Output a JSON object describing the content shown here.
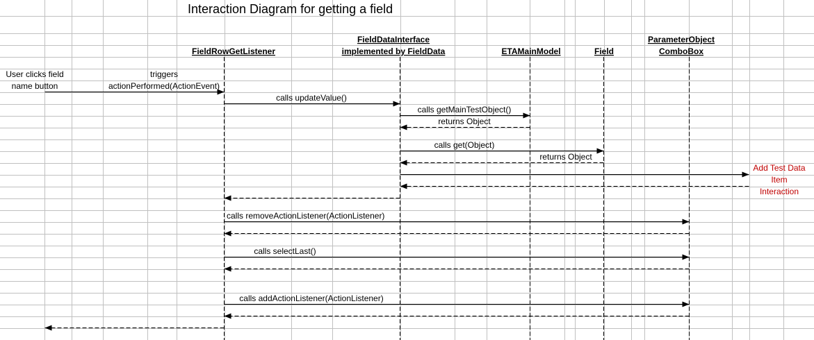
{
  "title": "Interaction Diagram for getting a field",
  "participants": [
    {
      "id": "listener",
      "lines": [
        "FieldRowGetListener"
      ]
    },
    {
      "id": "fielddata",
      "lines": [
        "FieldDataInterface",
        "implemented by FieldData"
      ]
    },
    {
      "id": "model",
      "lines": [
        "ETAMainModel"
      ]
    },
    {
      "id": "field",
      "lines": [
        "Field"
      ]
    },
    {
      "id": "combo",
      "lines": [
        "ParameterObject",
        "ComboBox"
      ]
    }
  ],
  "user_note": [
    "User clicks field",
    "name button"
  ],
  "trigger_note": [
    "triggers",
    "actionPerformed(ActionEvent)"
  ],
  "external_note": [
    "Add Test Data",
    "Item",
    "Interaction"
  ],
  "messages": [
    {
      "from": "user",
      "to": "listener",
      "type": "call",
      "label": ""
    },
    {
      "from": "listener",
      "to": "fielddata",
      "type": "call",
      "label": "calls updateValue()"
    },
    {
      "from": "fielddata",
      "to": "model",
      "type": "call",
      "label": "calls getMainTestObject()"
    },
    {
      "from": "model",
      "to": "fielddata",
      "type": "return",
      "label": "returns Object"
    },
    {
      "from": "fielddata",
      "to": "field",
      "type": "call",
      "label": "calls get(Object)"
    },
    {
      "from": "field",
      "to": "fielddata",
      "type": "return",
      "label": "returns Object"
    },
    {
      "from": "fielddata",
      "to": "external",
      "type": "call",
      "label": ""
    },
    {
      "from": "external",
      "to": "fielddata",
      "type": "return",
      "label": ""
    },
    {
      "from": "fielddata",
      "to": "listener",
      "type": "return",
      "label": ""
    },
    {
      "from": "listener",
      "to": "combo",
      "type": "call",
      "label": "calls removeActionListener(ActionListener)"
    },
    {
      "from": "combo",
      "to": "listener",
      "type": "return",
      "label": ""
    },
    {
      "from": "listener",
      "to": "combo",
      "type": "call",
      "label": "calls selectLast()"
    },
    {
      "from": "combo",
      "to": "listener",
      "type": "return",
      "label": ""
    },
    {
      "from": "listener",
      "to": "combo",
      "type": "call",
      "label": "calls addActionListener(ActionListener)"
    },
    {
      "from": "combo",
      "to": "listener",
      "type": "return",
      "label": ""
    },
    {
      "from": "listener",
      "to": "user",
      "type": "return",
      "label": ""
    }
  ],
  "colors": {
    "grid": "#c0c0c0",
    "note": "#c00000",
    "line": "#000000"
  }
}
